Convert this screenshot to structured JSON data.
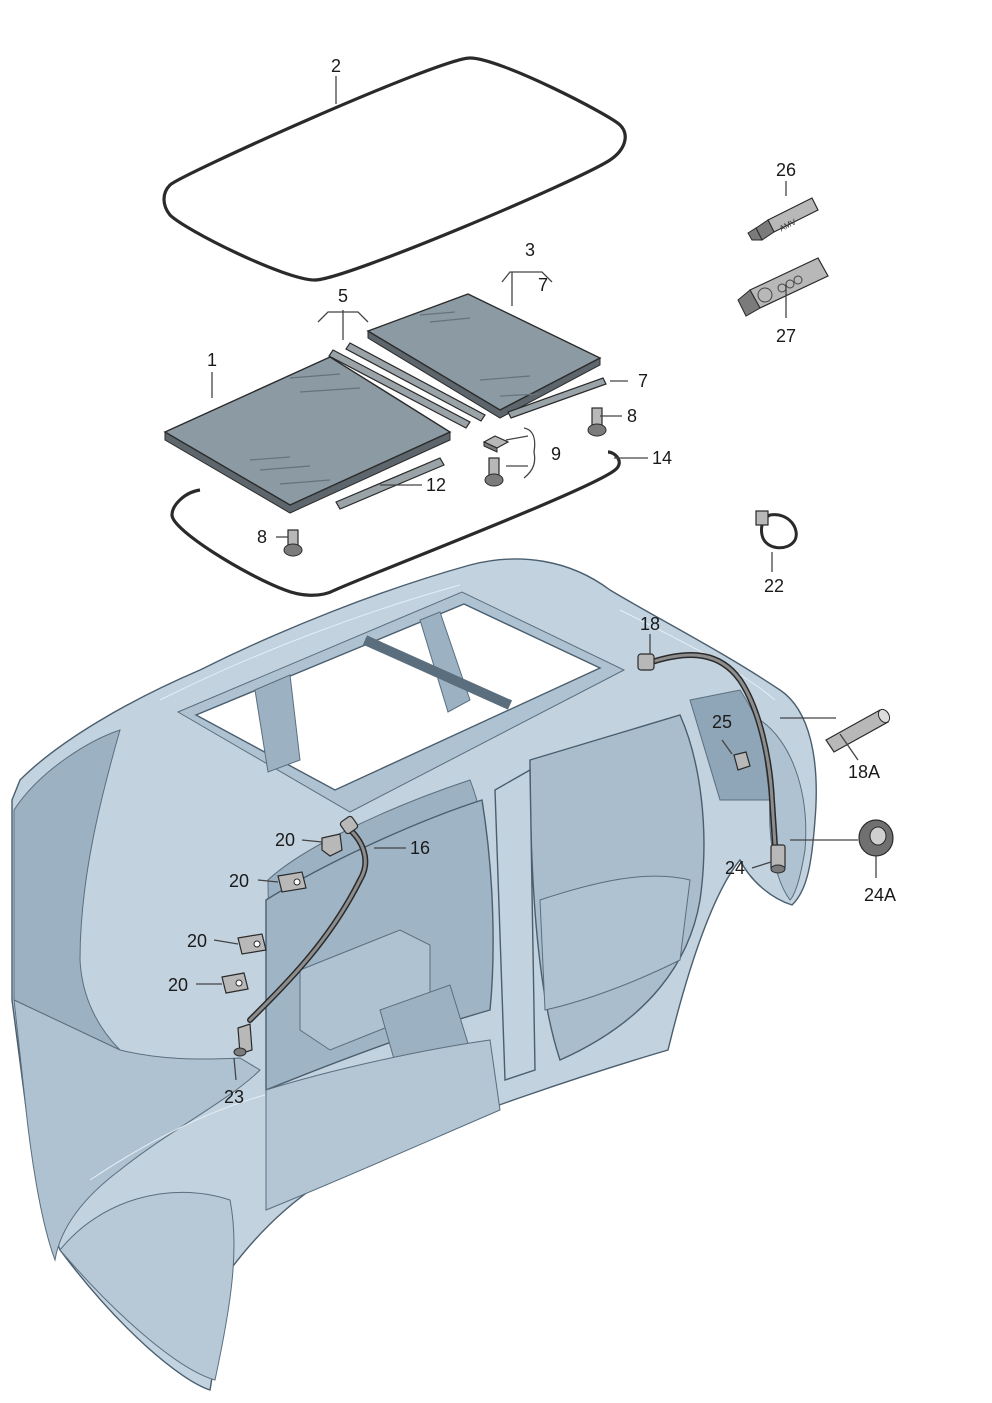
{
  "labels": {
    "l1": "1",
    "l2": "2",
    "l3": "3",
    "l5": "5",
    "l7a": "7",
    "l7b": "7",
    "l8a": "8",
    "l8b": "8",
    "l9": "9",
    "l12": "12",
    "l14": "14",
    "l16": "16",
    "l18": "18",
    "l18a": "18A",
    "l20a": "20",
    "l20b": "20",
    "l20c": "20",
    "l20d": "20",
    "l22": "22",
    "l23": "23",
    "l24": "24",
    "l24a": "24A",
    "l25": "25",
    "l26": "26",
    "l27": "27"
  },
  "tube_text": {
    "t26": "AMV"
  },
  "colors": {
    "body": "#c2d2df",
    "glass": "#8c9aa3",
    "seal": "#2a2a2a"
  }
}
